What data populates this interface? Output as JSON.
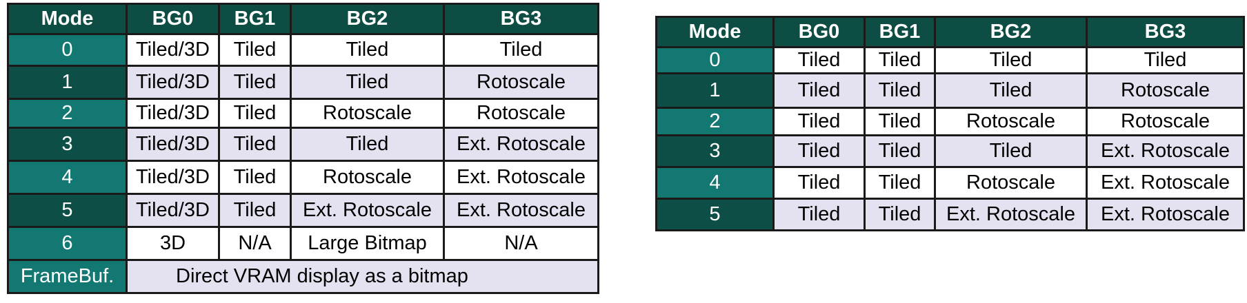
{
  "table1": {
    "headers": [
      "Mode",
      "BG0",
      "BG1",
      "BG2",
      "BG3"
    ],
    "rows": [
      [
        "0",
        "Tiled/3D",
        "Tiled",
        "Tiled",
        "Tiled"
      ],
      [
        "1",
        "Tiled/3D",
        "Tiled",
        "Tiled",
        "Rotoscale"
      ],
      [
        "2",
        "Tiled/3D",
        "Tiled",
        "Rotoscale",
        "Rotoscale"
      ],
      [
        "3",
        "Tiled/3D",
        "Tiled",
        "Tiled",
        "Ext. Rotoscale"
      ],
      [
        "4",
        "Tiled/3D",
        "Tiled",
        "Rotoscale",
        "Ext. Rotoscale"
      ],
      [
        "5",
        "Tiled/3D",
        "Tiled",
        "Ext. Rotoscale",
        "Ext. Rotoscale"
      ],
      [
        "6",
        "3D",
        "N/A",
        "Large Bitmap",
        "N/A"
      ]
    ],
    "framebuffer": {
      "mode": "FrameBuf.",
      "text": "Direct VRAM display as a bitmap"
    }
  },
  "table2": {
    "headers": [
      "Mode",
      "BG0",
      "BG1",
      "BG2",
      "BG3"
    ],
    "rows": [
      [
        "0",
        "Tiled",
        "Tiled",
        "Tiled",
        "Tiled"
      ],
      [
        "1",
        "Tiled",
        "Tiled",
        "Tiled",
        "Rotoscale"
      ],
      [
        "2",
        "Tiled",
        "Tiled",
        "Rotoscale",
        "Rotoscale"
      ],
      [
        "3",
        "Tiled",
        "Tiled",
        "Tiled",
        "Ext. Rotoscale"
      ],
      [
        "4",
        "Tiled",
        "Tiled",
        "Rotoscale",
        "Ext. Rotoscale"
      ],
      [
        "5",
        "Tiled",
        "Tiled",
        "Ext. Rotoscale",
        "Ext. Rotoscale"
      ]
    ]
  },
  "colors": {
    "header_bg": "#0d4d43",
    "mode_light": "#137872",
    "mode_dark": "#0d4f47",
    "row_shaded": "#e4e1f0",
    "row_plain": "#ffffff"
  }
}
